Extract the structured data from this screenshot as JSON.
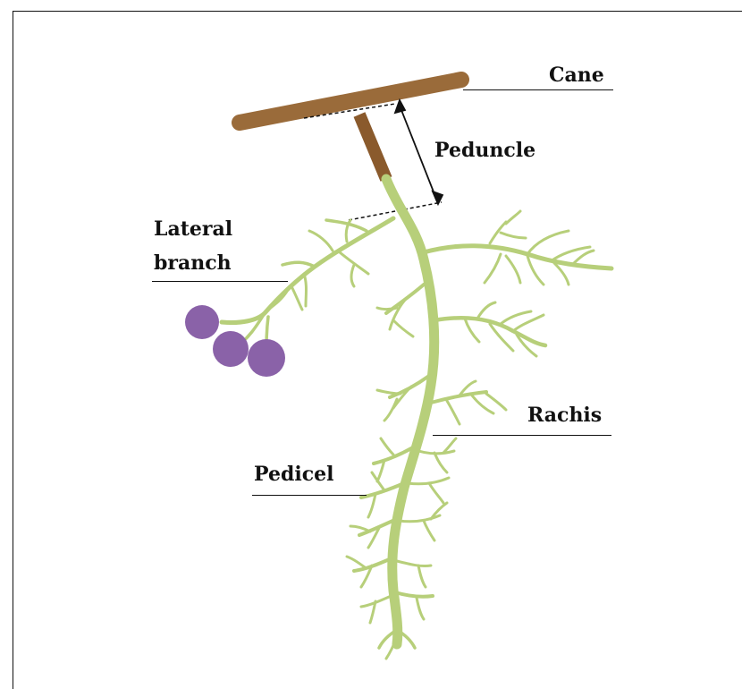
{
  "diagram": {
    "labels": {
      "cane": "Cane",
      "peduncle": "Peduncle",
      "lateral_branch_line1": "Lateral",
      "lateral_branch_line2": "branch",
      "rachis": "Rachis",
      "pedicel": "Pedicel"
    },
    "colors": {
      "cane": "#9a6b3a",
      "peduncle_woody": "#8a5a2c",
      "green_tissue": "#b7cf7a",
      "berry": "#8a62a8",
      "ink": "#111111"
    }
  }
}
